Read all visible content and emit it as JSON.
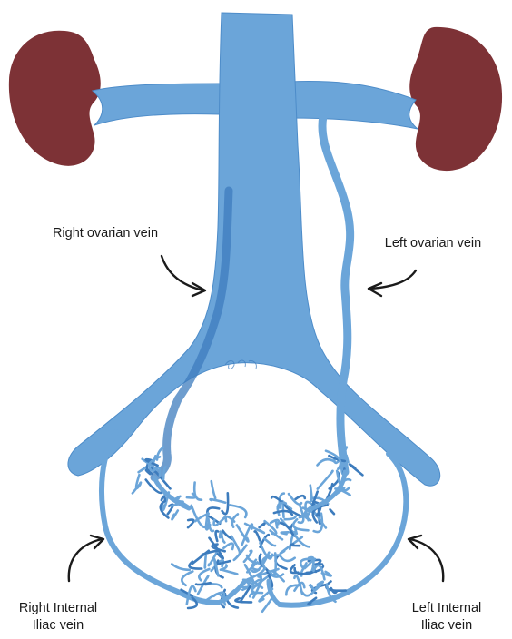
{
  "labels": {
    "right_ovarian_vein": "Right ovarian vein",
    "left_ovarian_vein": "Left ovarian vein",
    "right_internal_iliac_line1": "Right Internal",
    "right_internal_iliac_line2": "Iliac vein",
    "left_internal_iliac_line1": "Left Internal",
    "left_internal_iliac_line2": "Iliac vein"
  },
  "colors": {
    "vein_fill": "#6ba5d9",
    "vein_dark": "#3d7cbd",
    "vein_outline": "#4d8cc9",
    "kidney": "#7d3236",
    "arrow": "#1b1b1b",
    "label_text": "#1b1b1b",
    "background": "#ffffff"
  }
}
